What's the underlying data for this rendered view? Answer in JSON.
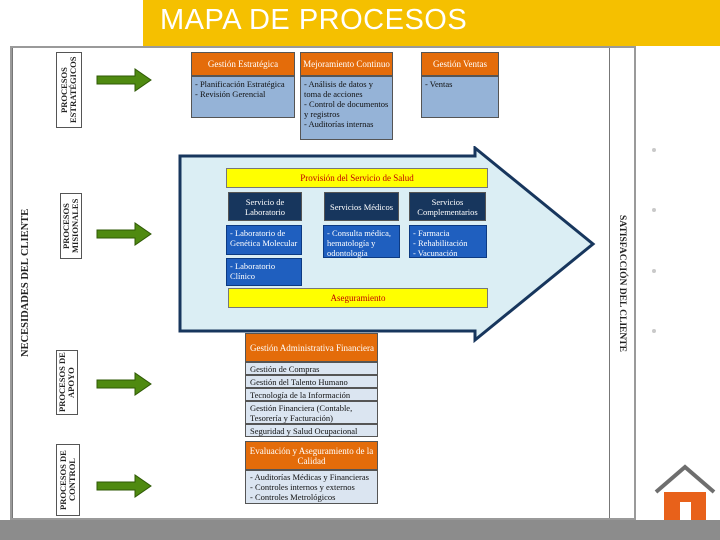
{
  "title": "MAPA DE PROCESOS",
  "left_label": "NECESIDADES DEL CLIENTE",
  "right_label": "SATISFACCIÓN DEL CLIENTE",
  "categories": [
    "PROCESOS ESTRATÉGICOS",
    "PROCESOS MISIONALES",
    "PROCESOS DE APOYO",
    "PROCESOS DE CONTROL"
  ],
  "strategic": [
    {
      "title": "Gestión Estratégica",
      "body": "- Planificación Estratégica\n- Revisión Gerencial"
    },
    {
      "title": "Mejoramiento Continuo",
      "body": "- Análisis de datos y toma de acciones\n- Control de documentos y registros\n- Auditorías internas"
    },
    {
      "title": "Gestión Ventas",
      "body": "- Ventas"
    }
  ],
  "missional": {
    "top_bar": "Provisión del Servicio de Salud",
    "services": [
      {
        "title": "Servicio de Laboratorio",
        "items": [
          "- Laboratorio de Genética Molecular",
          "- Laboratorio Clínico"
        ]
      },
      {
        "title": "Servicios Médicos",
        "items": [
          "- Consulta médica, hematología y odontología"
        ]
      },
      {
        "title": "Servicios Complementarios",
        "items": [
          "- Farmacia\n- Rehabilitación\n- Vacunación"
        ]
      }
    ],
    "bottom_bar": "Aseguramiento"
  },
  "support": {
    "title": "Gestión Administrativa Financiera",
    "items": [
      "Gestión de Compras",
      "Gestión del Talento Humano",
      "Tecnología de la Información",
      "Gestión Financiera (Contable, Tesorería y Facturación)",
      "Seguridad y Salud Ocupacional"
    ]
  },
  "control": {
    "title": "Evaluación y Aseguramiento de la Calidad",
    "items": [
      "- Auditorías Médicas y Financieras",
      "- Controles internos y externos",
      "- Controles Metrológicos"
    ]
  },
  "colors": {
    "title_bar": "#f5c000",
    "header_orange": "#e46c0a",
    "light_blue": "#95b3d7",
    "navy": "#17365d",
    "blue": "#1f5fbf",
    "yellow": "#ffff00",
    "big_arrow_fill": "#dbeef4",
    "green_arrow": "#4f8a10",
    "home_orange": "#e8611a"
  },
  "icons": {
    "home": "home-icon"
  }
}
